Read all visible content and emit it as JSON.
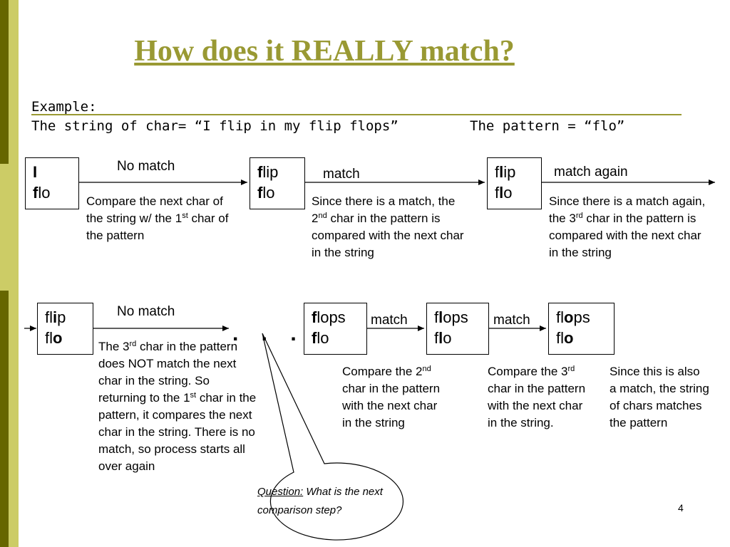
{
  "colors": {
    "accent": "#999933",
    "band_dark": "#666600",
    "band_light": "#cccc66"
  },
  "slide": {
    "title": "How does it REALLY match?",
    "example_label": "Example:",
    "string_line": "The string of char= “I flip in my flip flops”",
    "pattern_line": "The pattern = “flo”",
    "page_number": "4"
  },
  "row1": {
    "box1": {
      "top_plain": "I",
      "bottom_bold": "f",
      "bottom_rest": "lo"
    },
    "label1": "No match",
    "note1": {
      "a": "Compare the next char of the string w/ the 1",
      "sup": "st",
      "b": " char of the pattern"
    },
    "box2": {
      "top_bold": "f",
      "top_rest": "lip",
      "bottom_bold": "f",
      "bottom_rest": "lo"
    },
    "label2": "match",
    "note2": {
      "a": "Since there is a match, the 2",
      "sup": "nd",
      "b": " char in the pattern is compared with the next char in the string"
    },
    "box3": {
      "top_a": "f",
      "top_bold": "l",
      "top_b": "ip",
      "bottom_a": "f",
      "bottom_bold": "l",
      "bottom_b": "o"
    },
    "label3": "match again",
    "note3": {
      "a": "Since there is a match again, the 3",
      "sup": "rd",
      "b": " char in the pattern is compared with the next char in the string"
    }
  },
  "row2": {
    "box1": {
      "top_a": "fl",
      "top_bold": "i",
      "top_b": "p",
      "bottom_a": "fl",
      "bottom_bold": "o"
    },
    "label1": "No match",
    "note1": {
      "a": "The 3",
      "sup": "rd",
      "b": " char in the pattern does NOT match the next char in the string. So returning to the 1",
      "sup2": "st",
      "c": " char in the pattern, it compares the next char in the string. There is no match, so process starts all over again"
    },
    "dots": ". . . .",
    "box2": {
      "top_bold": "f",
      "top_rest": "lops",
      "bottom_bold": "f",
      "bottom_rest": "lo"
    },
    "label2": "match",
    "note2": {
      "a": "Compare the 2",
      "sup": "nd",
      "b": " char in the pattern with the next char in the string"
    },
    "box3": {
      "top_a": "f",
      "top_bold": "l",
      "top_b": "ops",
      "bottom_a": "f",
      "bottom_bold": "l",
      "bottom_b": "o"
    },
    "label3": "match",
    "note3": {
      "a": "Compare the 3",
      "sup": "rd",
      "b": " char in the pattern with the next char in the string."
    },
    "box4": {
      "top_a": "fl",
      "top_bold": "o",
      "top_b": "ps",
      "bottom_a": "fl",
      "bottom_bold": "o"
    },
    "note4": "Since this is also a match, the string of chars matches the pattern"
  },
  "callout": {
    "question_label": "Question:",
    "question_text": " What is the next comparison step?"
  }
}
